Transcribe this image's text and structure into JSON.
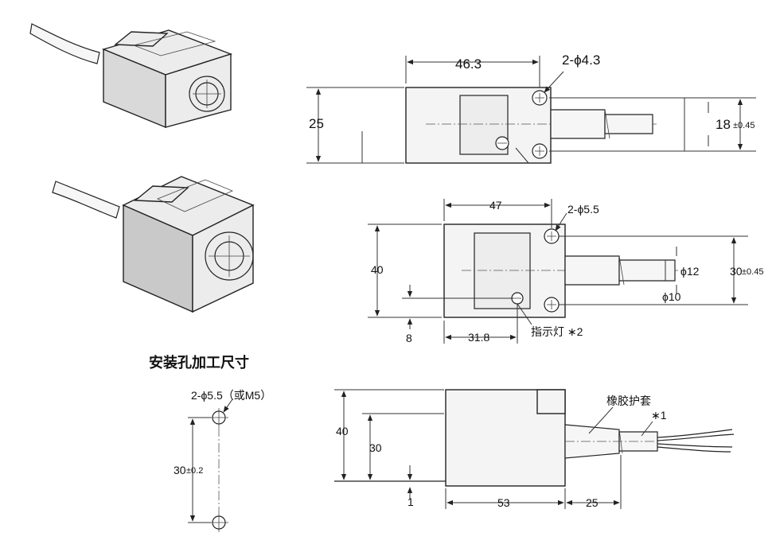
{
  "section_title": "安装孔加工尺寸",
  "top_view": {
    "width": "46.3",
    "holes": "2-ϕ4.3",
    "height": "25",
    "pitch_value": "18",
    "pitch_tol": "±0.45"
  },
  "middle_view": {
    "width": "47",
    "holes": "2-ϕ5.5",
    "height": "40",
    "cable_dia_a": "ϕ12",
    "cable_dia_b": "ϕ10",
    "pitch_value": "30",
    "pitch_tol": "±0.45",
    "offset": "8",
    "lamp_pos": "31.8",
    "indicator_label": "指示灯 ∗2"
  },
  "side_view": {
    "height": "40",
    "face_height": "30",
    "length": "53",
    "sheath_length": "25",
    "base": "1",
    "sheath_label": "橡胶护套",
    "note": "∗1"
  },
  "mount_holes": {
    "label": "2-ϕ5.5（或M5）",
    "pitch_value": "30",
    "pitch_tol": "±0.2"
  }
}
